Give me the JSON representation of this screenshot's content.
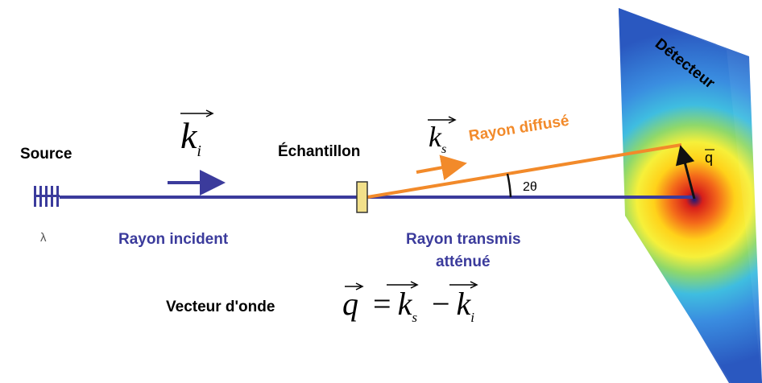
{
  "labels": {
    "source": "Source",
    "lambda": "λ",
    "echantillon": "Échantillon",
    "detecteur": "Détecteur",
    "rayon_incident": "Rayon incident",
    "rayon_transmis_line1": "Rayon transmis",
    "rayon_transmis_line2": "atténué",
    "rayon_diffuse": "Rayon diffusé",
    "angle": "2θ",
    "q_vector": "q",
    "vecteur_onde": "Vecteur d'onde"
  },
  "math": {
    "ki": "k",
    "ki_sub": "i",
    "ks": "k",
    "ks_sub": "s",
    "eq_q": "q",
    "eq_equals": "=",
    "eq_k1": "k",
    "eq_k1_sub": "s",
    "eq_minus": "−",
    "eq_k2": "k",
    "eq_k2_sub": "i"
  },
  "colors": {
    "beam_blue": "#3b3b9c",
    "scattered_orange": "#f28a2a",
    "sample_fill": "#f2e08a",
    "detector_blue": "#3a6fd0"
  }
}
